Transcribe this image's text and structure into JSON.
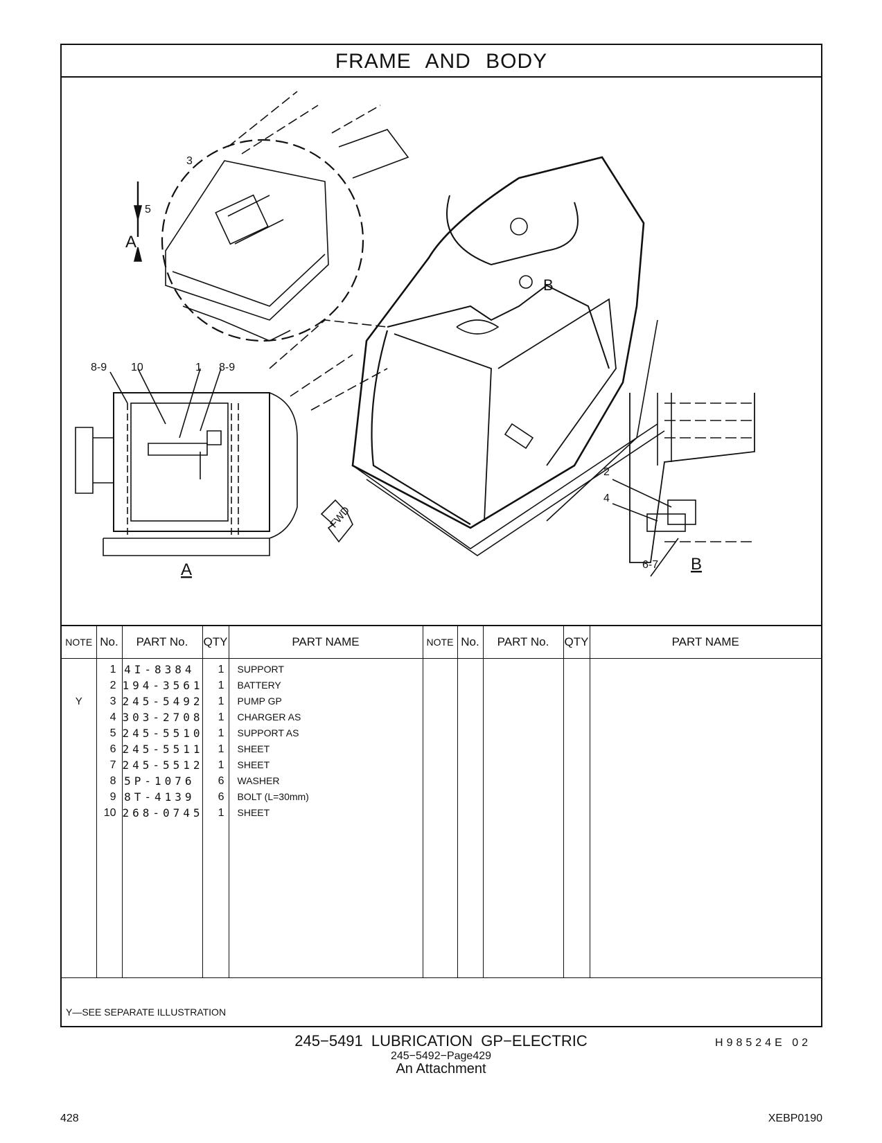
{
  "header": {
    "title": "FRAME   AND   BODY"
  },
  "illustration": {
    "callouts": [
      "3",
      "5",
      "A",
      "B",
      "8-9",
      "10",
      "1",
      "8-9",
      "2",
      "4",
      "6-7",
      "FWD"
    ],
    "view_labels": [
      "A",
      "B"
    ]
  },
  "table": {
    "headers": [
      "NOTE",
      "No.",
      "PART No.",
      "QTY",
      "PART NAME",
      "NOTE",
      "No.",
      "PART No.",
      "QTY",
      "PART NAME"
    ],
    "rows": [
      {
        "note": "",
        "no": "1",
        "part_no": "4I-8384",
        "qty": "1",
        "name": "SUPPORT"
      },
      {
        "note": "",
        "no": "2",
        "part_no": "194-3561",
        "qty": "1",
        "name": "BATTERY"
      },
      {
        "note": "Y",
        "no": "3",
        "part_no": "245-5492",
        "qty": "1",
        "name": "PUMP  GP"
      },
      {
        "note": "",
        "no": "4",
        "part_no": "303-2708",
        "qty": "1",
        "name": "CHARGER  AS"
      },
      {
        "note": "",
        "no": "5",
        "part_no": "245-5510",
        "qty": "1",
        "name": "SUPPORT  AS"
      },
      {
        "note": "",
        "no": "6",
        "part_no": "245-5511",
        "qty": "1",
        "name": "SHEET"
      },
      {
        "note": "",
        "no": "7",
        "part_no": "245-5512",
        "qty": "1",
        "name": "SHEET"
      },
      {
        "note": "",
        "no": "8",
        "part_no": "5P-1076",
        "qty": "6",
        "name": "WASHER"
      },
      {
        "note": "",
        "no": "9",
        "part_no": "8T-4139",
        "qty": "6",
        "name": "BOLT (L=30mm)"
      },
      {
        "note": "",
        "no": "10",
        "part_no": "268-0745",
        "qty": "1",
        "name": "SHEET"
      }
    ]
  },
  "footnote": "Y—SEE  SEPARATE  ILLUSTRATION",
  "drawing_code": "H98524E   02",
  "caption": {
    "line1": "245−5491   LUBRICATION  GP−ELECTRIC",
    "line2": "245−5492−Page429",
    "line3": "An Attachment"
  },
  "footer": {
    "page_number": "428",
    "doc_code": "XEBP0190"
  }
}
